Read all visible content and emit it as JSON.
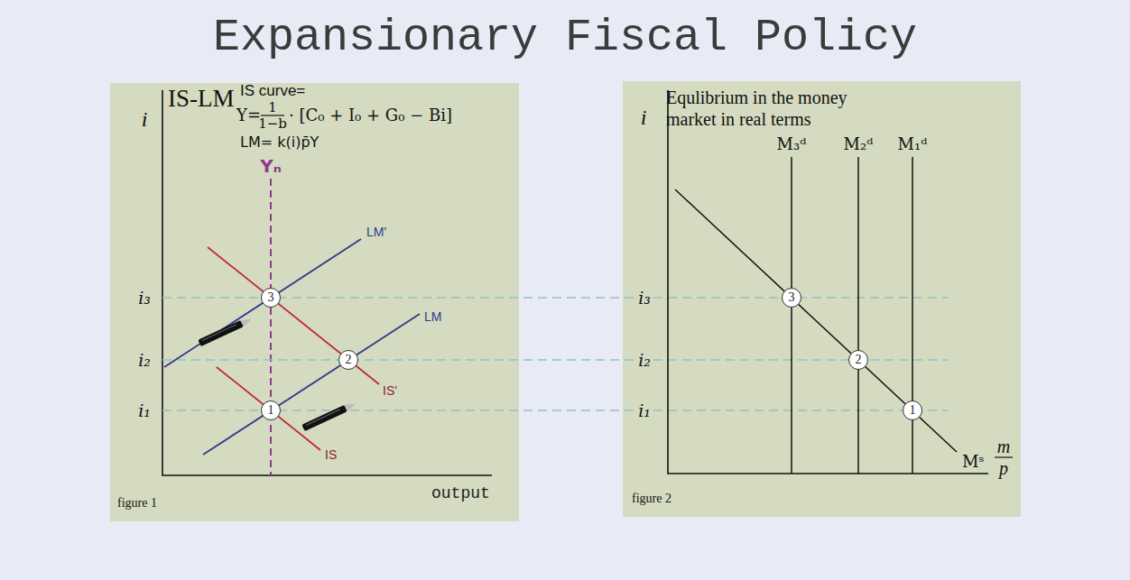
{
  "diagram": {
    "title": "Expansionary Fiscal Policy",
    "nodes": [
      {
        "text": [
          "IS-LM",
          "figure 1"
        ]
      },
      {
        "text": [
          "3"
        ],
        "in": 0
      },
      {
        "text": [
          "2"
        ],
        "in": 0
      },
      {
        "text": [
          "1"
        ],
        "in": 0
      },
      {
        "text": [
          "Equlibrium in the money market in real terms",
          "figure 2"
        ]
      },
      {
        "text": [
          "3"
        ],
        "in": 4
      },
      {
        "text": [
          "2"
        ],
        "in": 4
      },
      {
        "text": [
          "1"
        ],
        "in": 4
      }
    ],
    "labels": [
      "IS curve=",
      "Y=",
      "1",
      "1−b",
      "· [C₀ + I₀ + G₀ − Bi]",
      "LM= k(i)p̄Y",
      "i",
      "Yₙ",
      "LM'",
      "LM",
      "IS'",
      "IS",
      "i₃",
      "i₂",
      "i₁",
      "output",
      "i",
      "M₃ᵈ",
      "M₂ᵈ",
      "M₁ᵈ",
      "i₃",
      "i₂",
      "i₁",
      "Mˢ",
      "m",
      "p"
    ]
  }
}
